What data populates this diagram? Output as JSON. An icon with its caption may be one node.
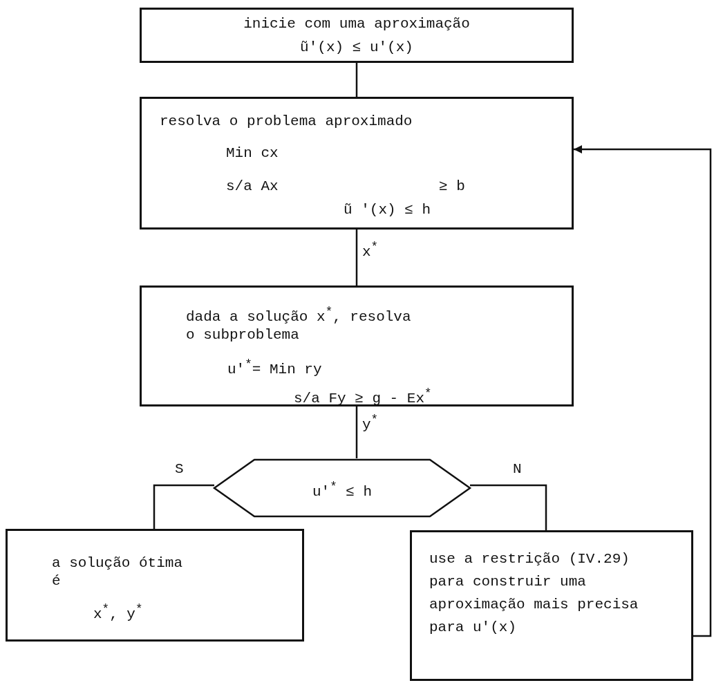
{
  "diagram": {
    "nodes": [
      {
        "text": [
          "inicie com uma aproximação",
          "ũ'(x) ≤ u'(x)"
        ]
      },
      {
        "text": [
          "resolva o problema aproximado",
          "Min cx",
          "s/a Ax",
          "≥ b",
          "ũ '(x) ≤ h"
        ]
      },
      {
        "text": [
          "dada a solução x$^{*}$, resolva o subproblema",
          "u'$^{*}$= Min ry",
          "s/a Fy ≥ g - Ex$^{*}$"
        ]
      },
      {
        "text": [
          "u'$^{*}$ ≤ h"
        ]
      },
      {
        "text": [
          "a solução ótima é",
          "x$^{*}$, y$^{*}$"
        ]
      },
      {
        "text": [
          "use a restrição (IV.29) para construir uma aproximação mais precisa para u'(x)"
        ]
      }
    ],
    "edges": [
      {
        "from": 0,
        "to": 1,
        "arrow": "none"
      },
      {
        "from": 1,
        "to": 2,
        "arrow": "none",
        "label": "x$^{*}$"
      },
      {
        "from": 2,
        "to": 3,
        "arrow": "none",
        "label": "y$^{*}$"
      },
      {
        "from": 3,
        "to": 4,
        "arrow": "none",
        "label": "S"
      },
      {
        "from": 3,
        "to": 5,
        "arrow": "none",
        "label": "N"
      },
      {
        "from": 5,
        "to": 1,
        "arrow": "to"
      }
    ]
  }
}
